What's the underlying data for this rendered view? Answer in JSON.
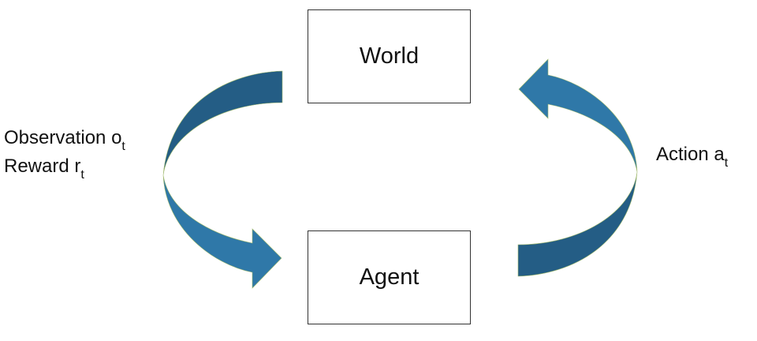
{
  "nodes": {
    "world": "World",
    "agent": "Agent"
  },
  "labels": {
    "observation": "Observation o",
    "observation_sub": "t",
    "reward": "Reward r",
    "reward_sub": "t",
    "action": "Action a",
    "action_sub": "t"
  },
  "colors": {
    "arrow_dark": "#245d85",
    "arrow_light": "#2f78a8"
  }
}
